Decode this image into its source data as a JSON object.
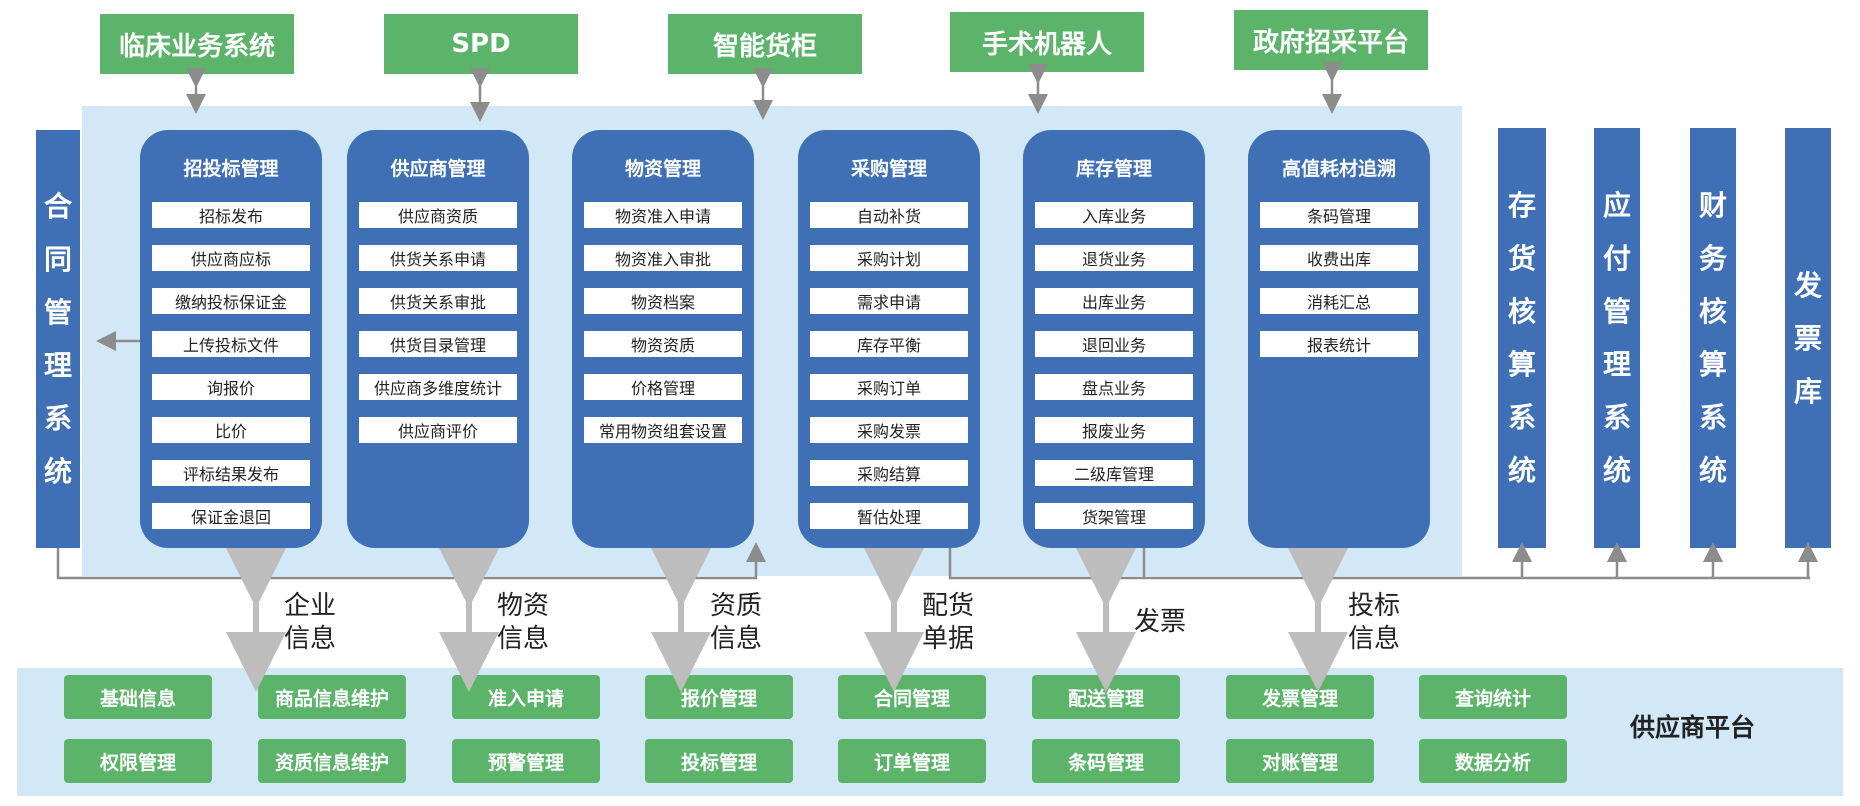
{
  "top_systems": [
    "临床业务系统",
    "SPD",
    "智能货柜",
    "手术机器人",
    "政府招采平台"
  ],
  "left_system": "合同管理系统",
  "right_systems": [
    "存货核算系统",
    "应付管理系统",
    "财务核算系统",
    "发票库"
  ],
  "modules": [
    {
      "title": "招投标管理",
      "items": [
        "招标发布",
        "供应商应标",
        "缴纳投标保证金",
        "上传投标文件",
        "询报价",
        "比价",
        "评标结果发布",
        "保证金退回"
      ]
    },
    {
      "title": "供应商管理",
      "items": [
        "供应商资质",
        "供货关系申请",
        "供货关系审批",
        "供货目录管理",
        "供应商多维度统计",
        "供应商评价"
      ]
    },
    {
      "title": "物资管理",
      "items": [
        "物资准入申请",
        "物资准入审批",
        "物资档案",
        "物资资质",
        "价格管理",
        "常用物资组套设置"
      ]
    },
    {
      "title": "采购管理",
      "items": [
        "自动补货",
        "采购计划",
        "需求申请",
        "库存平衡",
        "采购订单",
        "采购发票",
        "采购结算",
        "暂估处理"
      ]
    },
    {
      "title": "库存管理",
      "items": [
        "入库业务",
        "退货业务",
        "出库业务",
        "退回业务",
        "盘点业务",
        "报废业务",
        "二级库管理",
        "货架管理"
      ]
    },
    {
      "title": "高值耗材追溯",
      "items": [
        "条码管理",
        "收费出库",
        "消耗汇总",
        "报表统计"
      ]
    }
  ],
  "connectors": [
    {
      "line1": "企业",
      "line2": "信息"
    },
    {
      "line1": "物资",
      "line2": "信息"
    },
    {
      "line1": "资质",
      "line2": "信息"
    },
    {
      "line1": "配货",
      "line2": "单据"
    },
    {
      "line1": "发票",
      "line2": ""
    },
    {
      "line1": "投标",
      "line2": "信息"
    }
  ],
  "supplier_platform": {
    "title": "供应商平台",
    "buttons": [
      [
        "基础信息",
        "权限管理"
      ],
      [
        "商品信息维护",
        "资质信息维护"
      ],
      [
        "准入申请",
        "预警管理"
      ],
      [
        "报价管理",
        "投标管理"
      ],
      [
        "合同管理",
        "订单管理"
      ],
      [
        "配送管理",
        "条码管理"
      ],
      [
        "发票管理",
        "对账管理"
      ],
      [
        "查询统计",
        "数据分析"
      ]
    ]
  },
  "colors": {
    "green": "#5cb46a",
    "blue": "#3f6fb4",
    "panel": "#d3e8f7",
    "arrow": "#8c8c8c"
  }
}
